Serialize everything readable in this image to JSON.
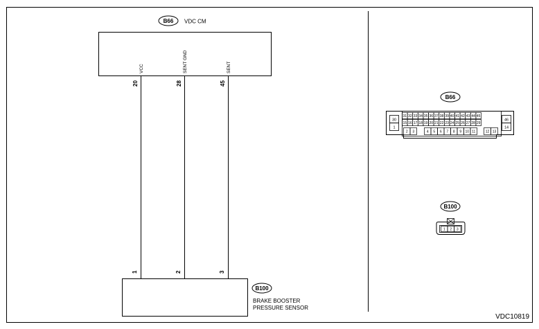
{
  "diagram_id": "VDC10819",
  "vdc_cm": {
    "connector_label": "B66",
    "title": "VDC CM",
    "pins": [
      {
        "num": "20",
        "name": "VCC"
      },
      {
        "num": "28",
        "name": "SENT GND"
      },
      {
        "num": "45",
        "name": "SENT"
      }
    ]
  },
  "sensor": {
    "connector_label": "B100",
    "name_line1": "BRAKE BOOSTER",
    "name_line2": "PRESSURE SENSOR",
    "pins": [
      "1",
      "2",
      "3"
    ]
  },
  "b66_connector": {
    "label": "B66",
    "left_end": [
      "30",
      "1"
    ],
    "right_end": [
      "46",
      "14"
    ],
    "row1": [
      "31",
      "32",
      "33",
      "34",
      "35",
      "36",
      "37",
      "38",
      "39",
      "40",
      "41",
      "42",
      "43",
      "44",
      "45"
    ],
    "row2": [
      "15",
      "16",
      "17",
      "18",
      "19",
      "20",
      "21",
      "22",
      "23",
      "24",
      "25",
      "26",
      "27",
      "28",
      "29"
    ],
    "row3_left": [
      "2",
      "3"
    ],
    "row3_mid": [
      "4",
      "5",
      "6",
      "7",
      "8",
      "9",
      "10",
      "11"
    ],
    "row3_right": [
      "12",
      "13"
    ]
  },
  "b100_connector": {
    "label": "B100",
    "pins": [
      "1",
      "2",
      "3"
    ]
  }
}
